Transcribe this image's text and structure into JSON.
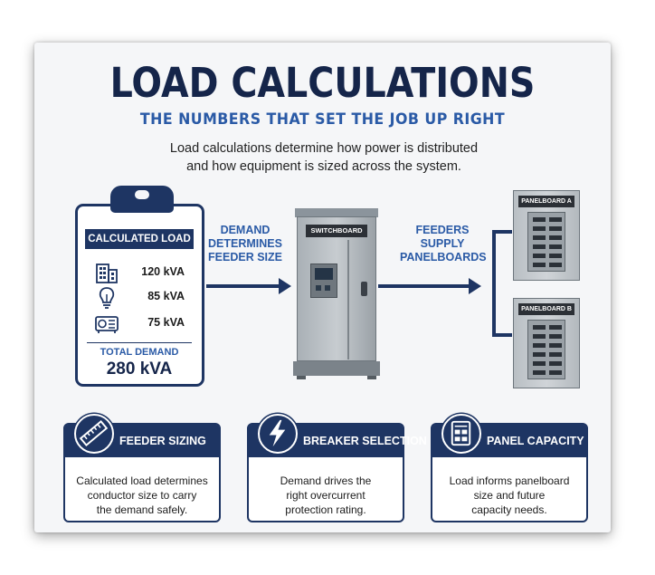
{
  "title": "LOAD CALCULATIONS",
  "subtitle": "THE NUMBERS THAT SET THE JOB UP RIGHT",
  "intro": {
    "line1": "Load calculations determine how power is distributed",
    "line2": "and how equipment is sized across the system."
  },
  "calculated_load": {
    "header": "CALCULATED LOAD",
    "items": [
      {
        "icon": "building-icon",
        "value": "120 kVA"
      },
      {
        "icon": "lightbulb-icon",
        "value": "85 kVA"
      },
      {
        "icon": "equipment-icon",
        "value": "75 kVA"
      }
    ],
    "total_label": "TOTAL DEMAND",
    "total_value": "280 kVA"
  },
  "flow": {
    "demand_label": [
      "DEMAND",
      "DETERMINES",
      "FEEDER SIZE"
    ],
    "feeders_label": [
      "FEEDERS",
      "SUPPLY",
      "PANELBOARDS"
    ]
  },
  "switchboard": {
    "label": "SWITCHBOARD"
  },
  "panelboards": [
    {
      "label": "PANELBOARD A"
    },
    {
      "label": "PANELBOARD B"
    }
  ],
  "cards": [
    {
      "title": "FEEDER SIZING",
      "icon": "ruler-icon",
      "lines": [
        "Calculated load determines",
        "conductor size to carry",
        "the demand safely."
      ]
    },
    {
      "title": "BREAKER SELECTION",
      "icon": "lightning-icon",
      "lines": [
        "Demand drives the",
        "right overcurrent",
        "protection rating."
      ]
    },
    {
      "title": "PANEL CAPACITY",
      "icon": "panel-icon",
      "lines": [
        "Load informs panelboard",
        "size and future",
        "capacity needs."
      ]
    }
  ],
  "colors": {
    "navy": "#1e3563",
    "title": "#15254a",
    "accent_blue": "#2a5aa6",
    "background": "#f5f6f8"
  }
}
